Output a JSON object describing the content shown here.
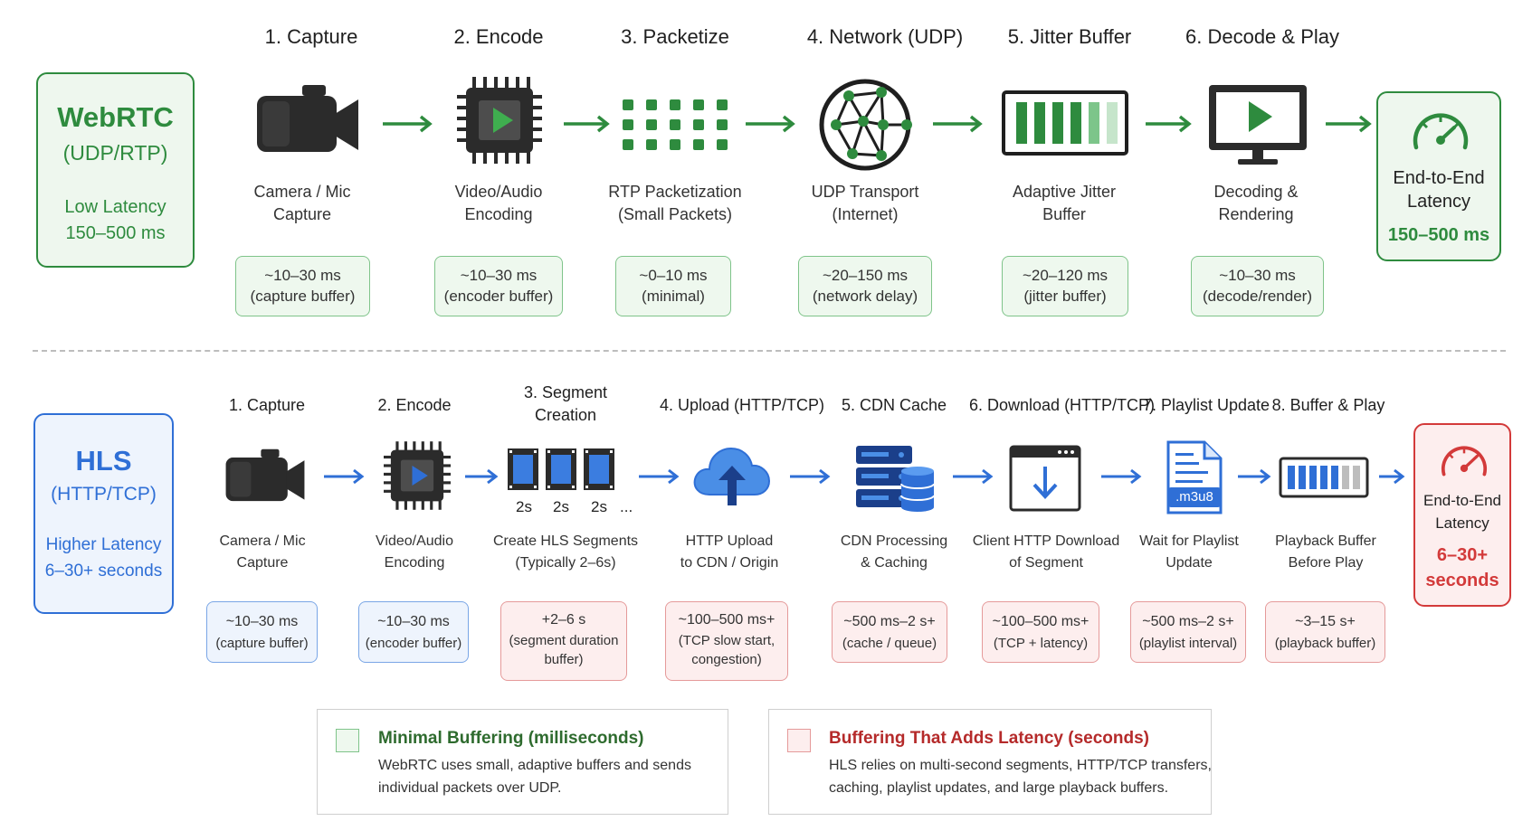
{
  "webrtc": {
    "name": "WebRTC",
    "protocol": "(UDP/RTP)",
    "latency_label": "Low Latency",
    "latency_value": "150–500 ms",
    "steps": [
      {
        "title": "1. Capture",
        "label1": "Camera / Mic",
        "label2": "Capture",
        "time1": "~10–30 ms",
        "time2": "(capture buffer)",
        "icon": "camera-icon"
      },
      {
        "title": "2. Encode",
        "label1": "Video/Audio",
        "label2": "Encoding",
        "time1": "~10–30 ms",
        "time2": "(encoder buffer)",
        "icon": "chip-icon"
      },
      {
        "title": "3. Packetize",
        "label1": "RTP Packetization",
        "label2": "(Small Packets)",
        "time1": "~0–10 ms",
        "time2": "(minimal)",
        "icon": "packets-icon"
      },
      {
        "title": "4. Network (UDP)",
        "label1": "UDP Transport",
        "label2": "(Internet)",
        "time1": "~20–150 ms",
        "time2": "(network delay)",
        "icon": "globe-icon"
      },
      {
        "title": "5. Jitter Buffer",
        "label1": "Adaptive Jitter",
        "label2": "Buffer",
        "time1": "~20–120 ms",
        "time2": "(jitter buffer)",
        "icon": "buffer-icon"
      },
      {
        "title": "6. Decode & Play",
        "label1": "Decoding &",
        "label2": "Rendering",
        "time1": "~10–30 ms",
        "time2": "(decode/render)",
        "icon": "monitor-play-icon"
      }
    ],
    "end_label1": "End-to-End",
    "end_label2": "Latency",
    "end_value": "150–500 ms"
  },
  "hls": {
    "name": "HLS",
    "protocol": "(HTTP/TCP)",
    "latency_label": "Higher Latency",
    "latency_value": "6–30+ seconds",
    "steps": [
      {
        "title1": "1. Capture",
        "title2": "",
        "label1": "Camera / Mic",
        "label2": "Capture",
        "time1": "~10–30 ms",
        "time2": "(capture buffer)",
        "time3": "",
        "icon": "camera-icon"
      },
      {
        "title1": "2. Encode",
        "title2": "",
        "label1": "Video/Audio",
        "label2": "Encoding",
        "time1": "~10–30 ms",
        "time2": "(encoder buffer)",
        "time3": "",
        "icon": "chip-icon"
      },
      {
        "title1": "3. Segment",
        "title2": "Creation",
        "label1": "Create HLS Segments",
        "label2": "(Typically 2–6s)",
        "time1": "+2–6 s",
        "time2": "(segment duration",
        "time3": "buffer)",
        "icon": "film-segments-icon"
      },
      {
        "title1": "4. Upload (HTTP/TCP)",
        "title2": "",
        "label1": "HTTP Upload",
        "label2": "to CDN / Origin",
        "time1": "~100–500 ms+",
        "time2": "(TCP slow start,",
        "time3": "congestion)",
        "icon": "cloud-upload-icon"
      },
      {
        "title1": "5. CDN Cache",
        "title2": "",
        "label1": "CDN Processing",
        "label2": "& Caching",
        "time1": "~500 ms–2 s+",
        "time2": "(cache / queue)",
        "time3": "",
        "icon": "server-database-icon"
      },
      {
        "title1": "6. Download (HTTP/TCP)",
        "title2": "",
        "label1": "Client HTTP Download",
        "label2": "of Segment",
        "time1": "~100–500 ms+",
        "time2": "(TCP + latency)",
        "time3": "",
        "icon": "download-window-icon"
      },
      {
        "title1": "7. Playlist Update",
        "title2": "",
        "label1": "Wait for Playlist",
        "label2": "Update",
        "time1": "~500 ms–2 s+",
        "time2": "(playlist interval)",
        "time3": "",
        "icon": "playlist-file-icon"
      },
      {
        "title1": "8. Buffer & Play",
        "title2": "",
        "label1": "Playback Buffer",
        "label2": "Before Play",
        "time1": "~3–15 s+",
        "time2": "(playback buffer)",
        "time3": "",
        "icon": "playback-buffer-icon"
      }
    ],
    "segment_labels": [
      "2s",
      "2s",
      "2s",
      "..."
    ],
    "playlist_ext": ".m3u8",
    "end_label1": "End-to-End",
    "end_label2": "Latency",
    "end_value1": "6–30+",
    "end_value2": "seconds"
  },
  "legend": {
    "minimal": {
      "title": "Minimal Buffering (milliseconds)",
      "line1": "WebRTC uses small, adaptive buffers and sends",
      "line2": "individual packets over UDP."
    },
    "adds": {
      "title": "Buffering That Adds Latency (seconds)",
      "line1": "HLS relies on multi-second segments, HTTP/TCP transfers,",
      "line2": "caching, playlist updates, and large playback buffers."
    }
  },
  "colors": {
    "green": "#2e8b3e",
    "blue": "#2f6fd6",
    "red": "#d33a3a",
    "dark_icon": "#2b2b2b"
  }
}
